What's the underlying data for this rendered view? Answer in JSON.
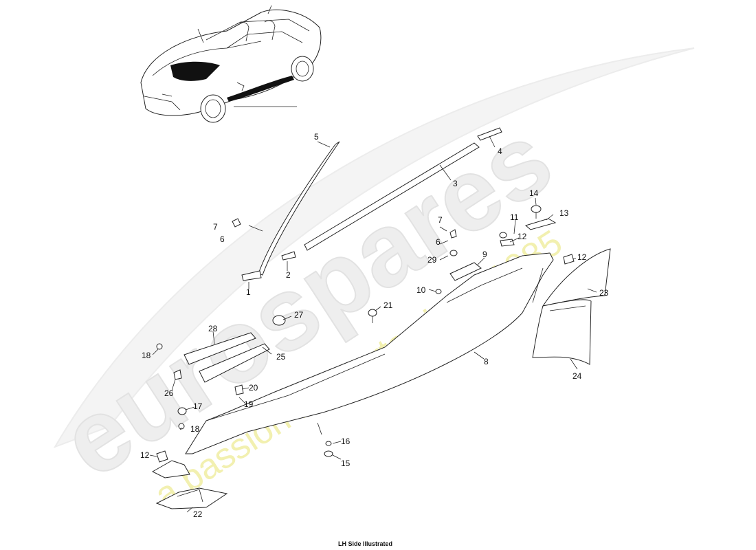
{
  "caption": "LH Side Illustrated",
  "watermark": {
    "brand": "eurospares",
    "tagline": "a passion for parts since 1985",
    "brand_color": "#e6e6e6",
    "tagline_color": "#f0eeb0"
  },
  "callouts": [
    "1",
    "2",
    "3",
    "4",
    "5",
    "6",
    "7",
    "8",
    "9",
    "10",
    "11",
    "12",
    "13",
    "14",
    "15",
    "16",
    "17",
    "18",
    "19",
    "20",
    "21",
    "22",
    "23",
    "24",
    "25",
    "26",
    "27",
    "28",
    "29"
  ]
}
